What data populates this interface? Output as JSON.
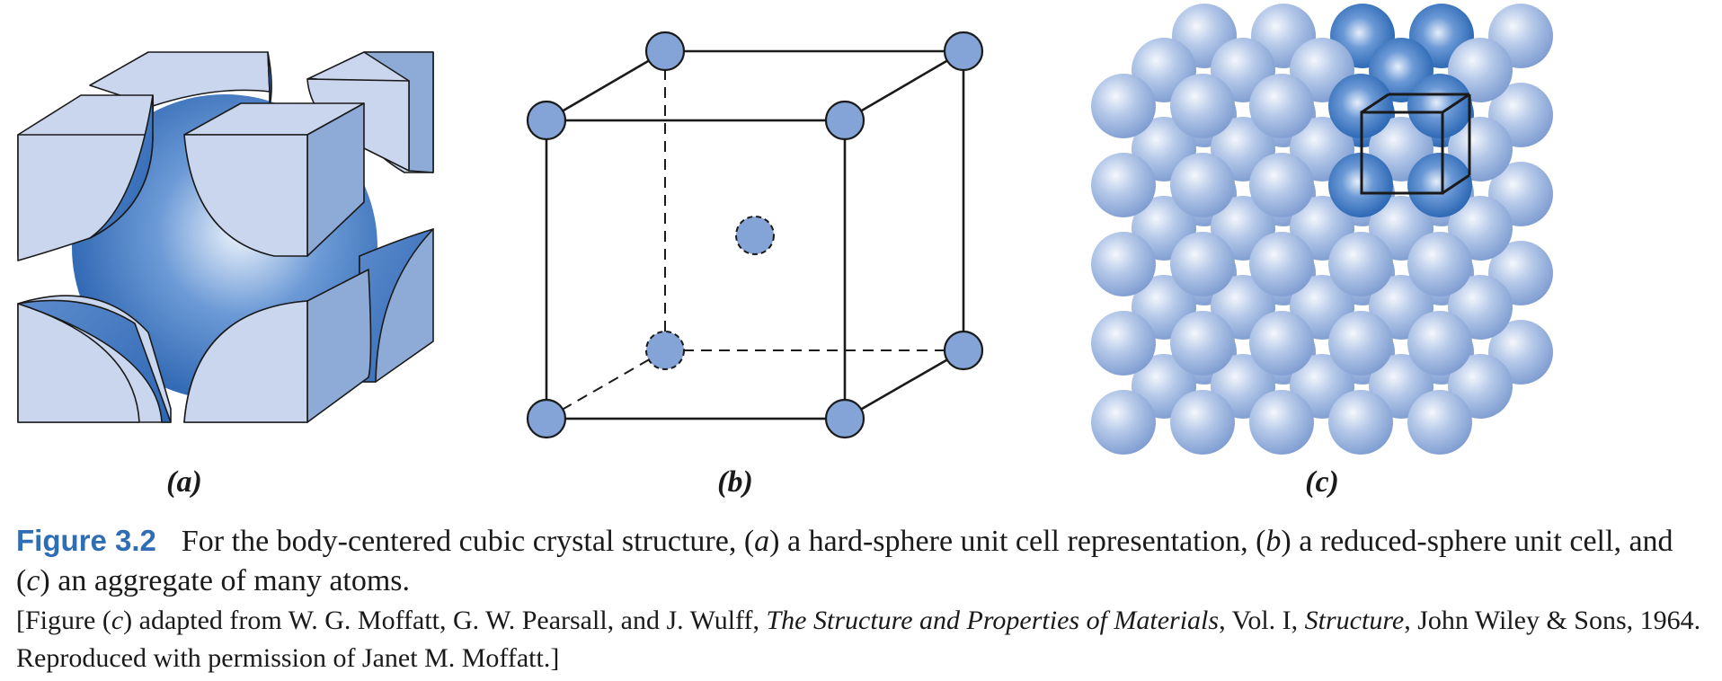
{
  "panels": {
    "a": {
      "label": "(a)"
    },
    "b": {
      "label": "(b)"
    },
    "c": {
      "label": "(c)"
    }
  },
  "caption": {
    "figure_number": "Figure 3.2",
    "text_1": "For the body-centered cubic crystal structure, (",
    "a_letter": "a",
    "text_2": ") a hard-sphere unit cell representation, (",
    "b_letter": "b",
    "text_3": ") a reduced-sphere unit cell, and (",
    "c_letter": "c",
    "text_4": ") an aggregate of many atoms."
  },
  "credit": {
    "part_1": "[Figure (",
    "c_letter": "c",
    "part_2": ") adapted from W. G. Moffatt, G. W. Pearsall, and J. Wulff, ",
    "book_title": "The Structure and Properties of Materials",
    "part_3": ", Vol. I, ",
    "volume_title": "Structure",
    "part_4": ", John Wiley & Sons, 1964. Reproduced with permission of Janet M. Moffatt.]"
  },
  "colors": {
    "sphere_dark": "#2f6fba",
    "sphere_light": "#e8f0fa",
    "cut_face": "#c9d6ee",
    "side_face": "#8eabd8",
    "atom": "#84a3d6"
  }
}
